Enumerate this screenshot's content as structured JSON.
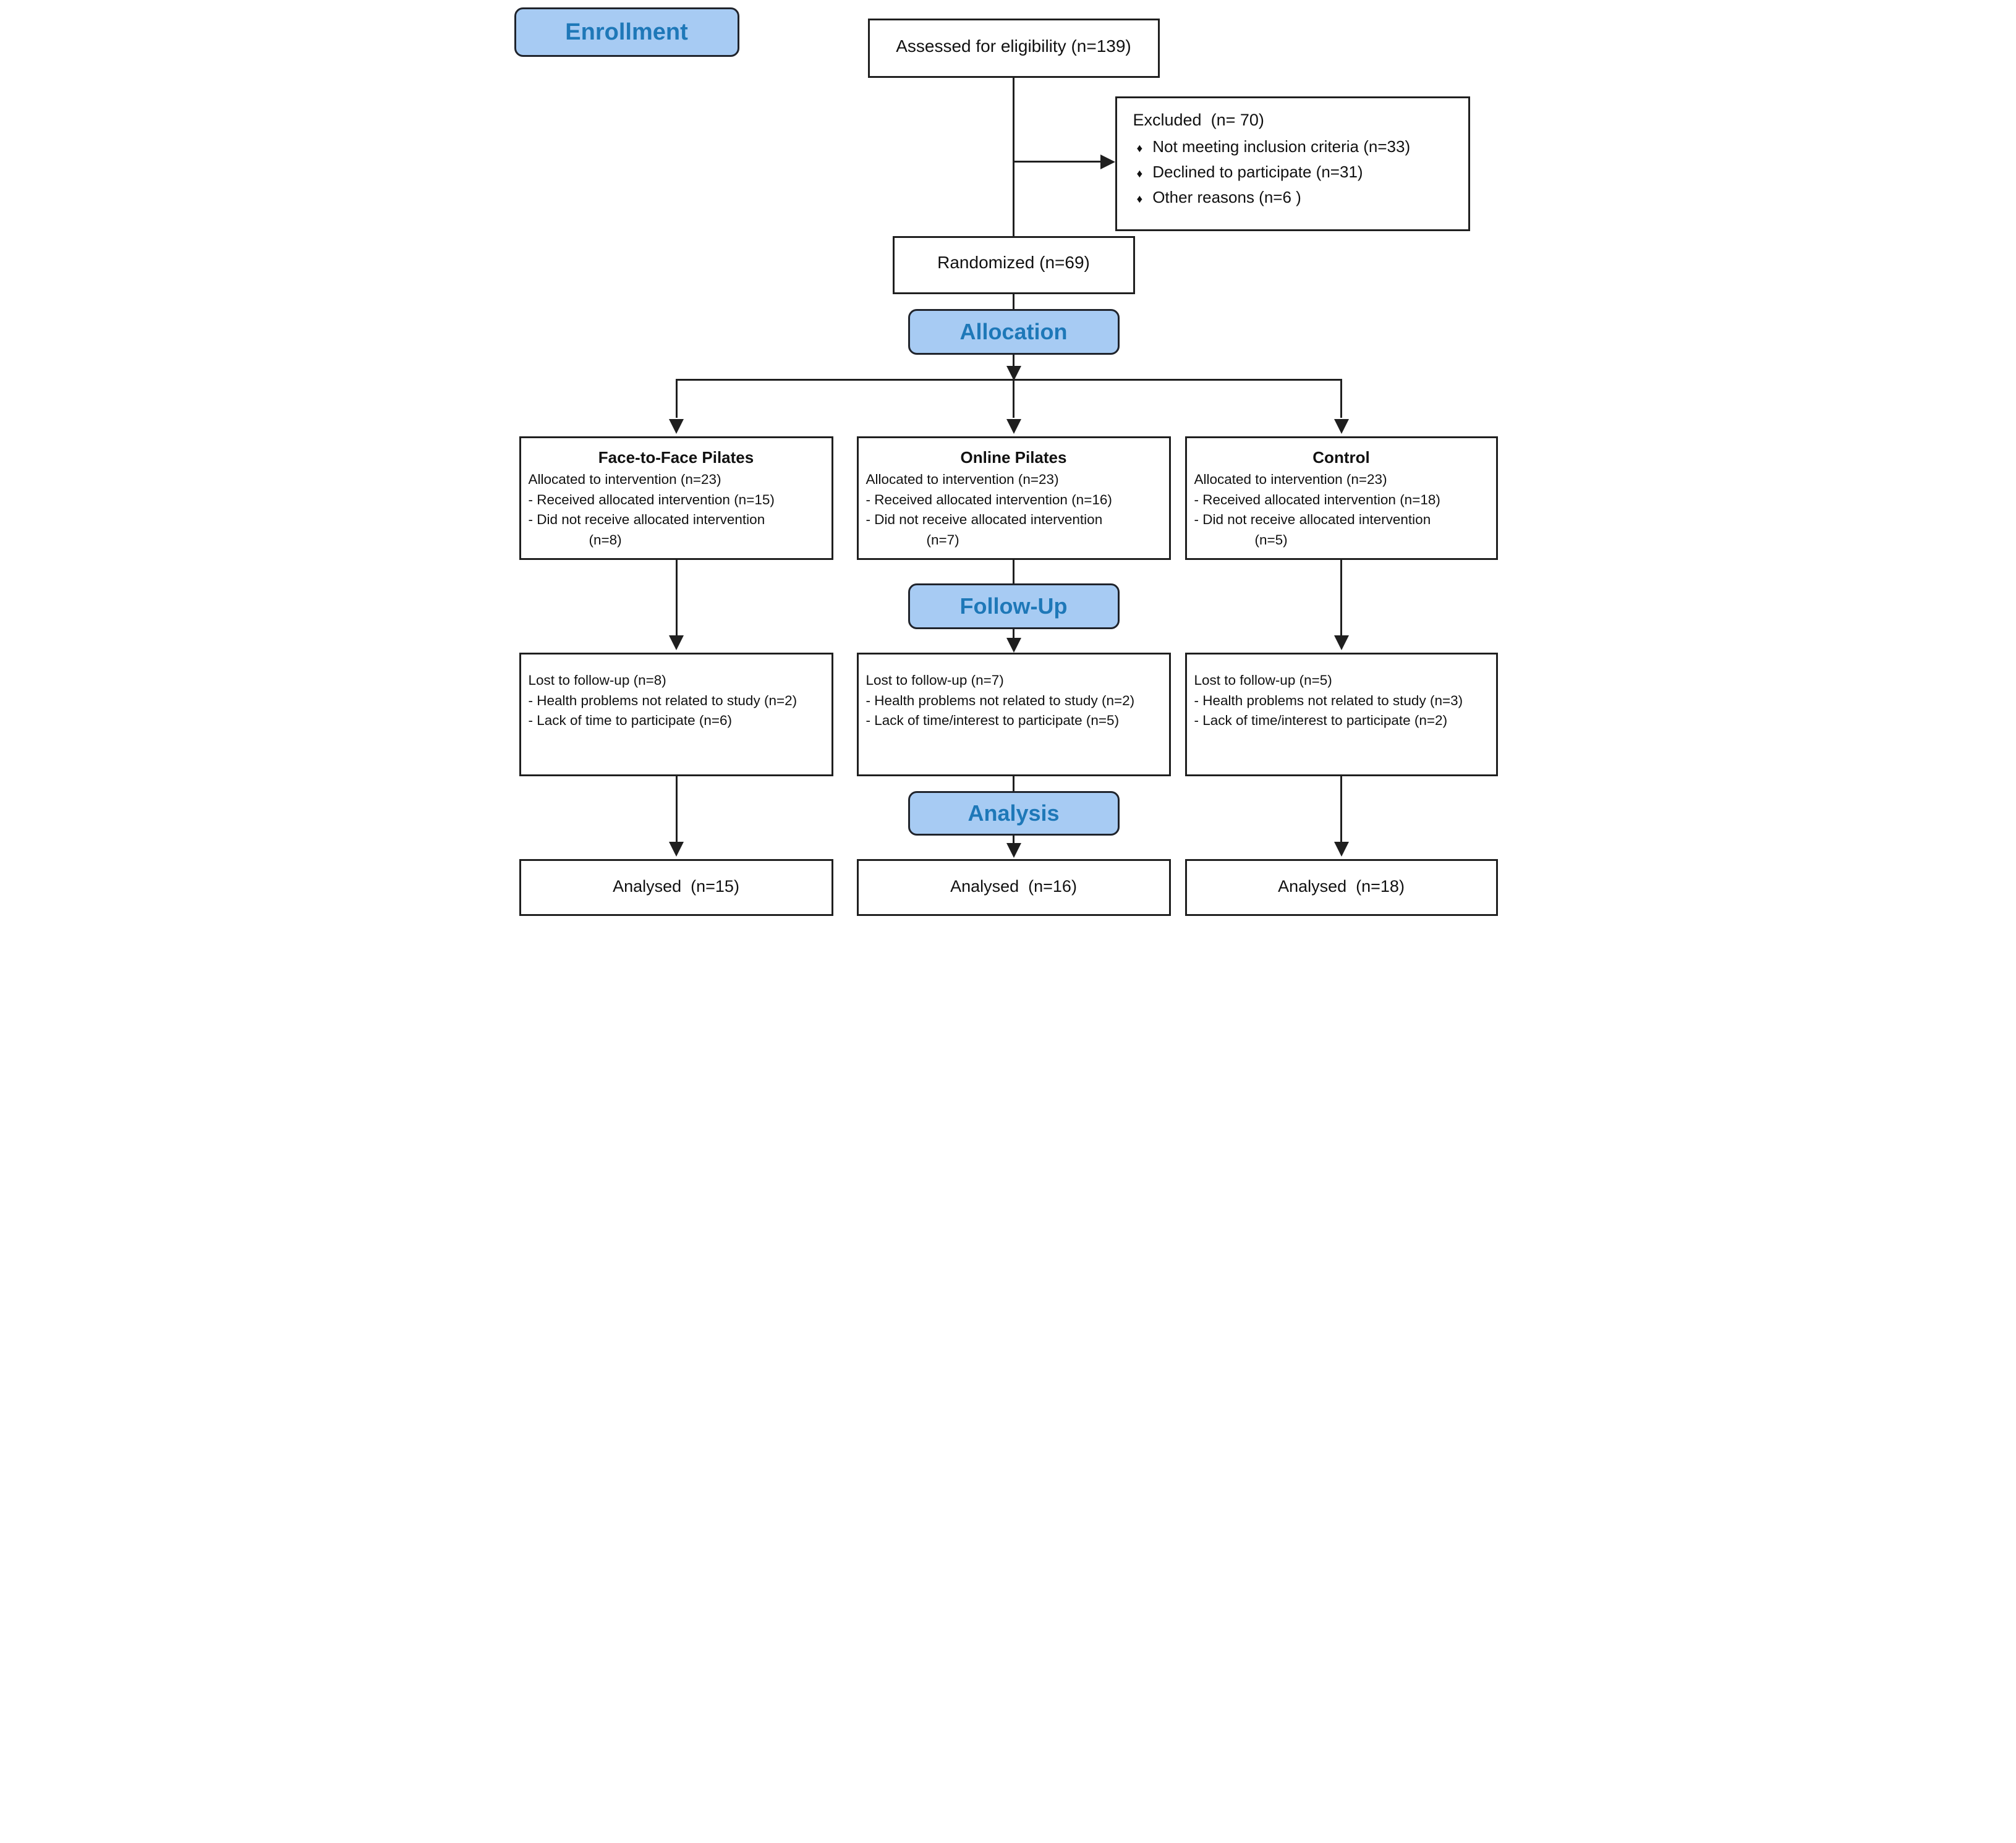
{
  "stages": {
    "enrollment": "Enrollment",
    "allocation": "Allocation",
    "followup": "Follow-Up",
    "analysis": "Analysis"
  },
  "top": {
    "assessed": "Assessed for eligibility (n=139)",
    "excluded_title": "Excluded  (n= 70)",
    "excluded_bullet": "♦",
    "excluded_items": [
      "Not meeting inclusion criteria (n=33)",
      "Declined to participate (n=31)",
      "Other reasons (n=6 )"
    ],
    "randomized": "Randomized (n=69)"
  },
  "arms": [
    {
      "title": "Face-to-Face Pilates",
      "allocation_lines": [
        "Allocated to intervention (n=23)",
        "- Received allocated intervention (n=15)",
        "- Did not receive allocated intervention"
      ],
      "allocation_indent": "(n=8)",
      "followup_lines": [
        "Lost to follow-up (n=8)",
        "- Health problems not related to study (n=2)",
        "- Lack of time to participate (n=6)"
      ],
      "analysed": "Analysed  (n=15)"
    },
    {
      "title": "Online Pilates",
      "allocation_lines": [
        "Allocated to intervention (n=23)",
        "- Received allocated intervention (n=16)",
        "- Did not receive allocated intervention"
      ],
      "allocation_indent": "(n=7)",
      "followup_lines": [
        "Lost to follow-up (n=7)",
        "- Health problems not related to study (n=2)",
        "- Lack of time/interest to participate (n=5)"
      ],
      "analysed": "Analysed  (n=16)"
    },
    {
      "title": "Control",
      "allocation_lines": [
        "Allocated to intervention (n=23)",
        "- Received allocated intervention (n=18)",
        "- Did not receive allocated intervention"
      ],
      "allocation_indent": "(n=5)",
      "followup_lines": [
        "Lost to follow-up (n=5)",
        "- Health problems not related to study (n=3)",
        "- Lack of time/interest to participate (n=2)"
      ],
      "analysed": "Analysed  (n=18)"
    }
  ],
  "colors": {
    "badge_fill": "#A7CBF3",
    "badge_text": "#1E78B8",
    "line": "#1F1F1F"
  }
}
